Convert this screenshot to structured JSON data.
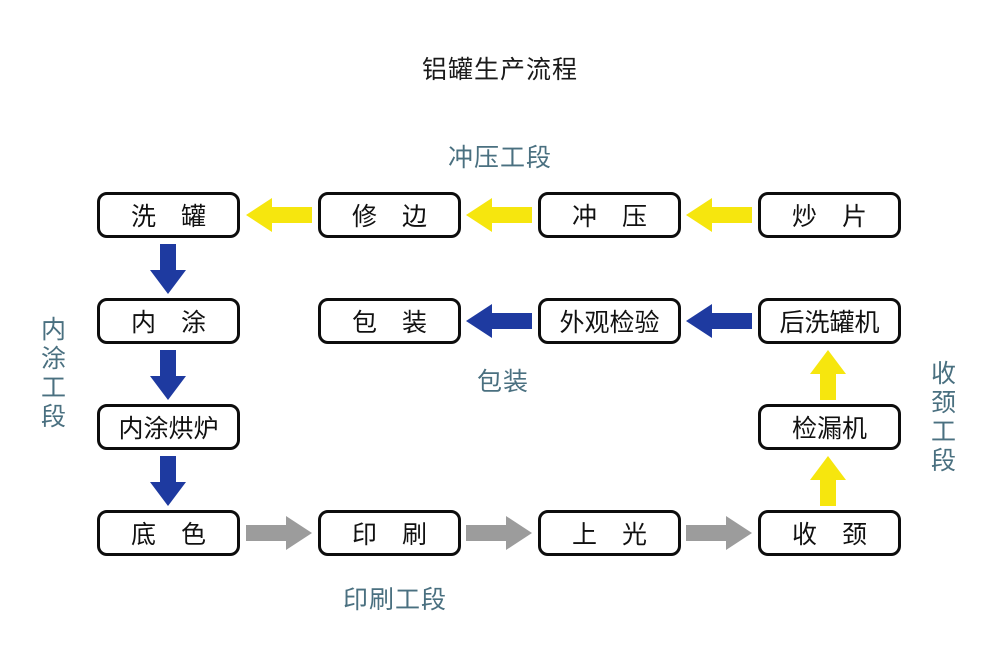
{
  "title": "铝罐生产流程",
  "colors": {
    "yellow-c": "#f6e60e",
    "blue-c": "#1e3aa0",
    "gray-c": "#9c9c9c",
    "teal": "#4a7080"
  },
  "sections": {
    "stamping": "冲压工段",
    "inner_coating": "内涂工段",
    "packaging": "包装",
    "necking": "收颈工段",
    "printing": "印刷工段"
  },
  "nodes": {
    "wash_can": "洗　罐",
    "trimming": "修　边",
    "stamping": "冲　压",
    "sheet_frying": "炒　片",
    "inner_coating": "内　涂",
    "packing": "包　装",
    "visual_inspection": "外观检验",
    "post_washer": "后洗罐机",
    "coating_oven": "内涂烘炉",
    "leak_tester": "检漏机",
    "base_coat": "底　色",
    "printing": "印　刷",
    "varnishing": "上　光",
    "necking": "收　颈"
  },
  "arrows": [
    {
      "from": "炒片",
      "to": "冲压",
      "color": "yellow",
      "direction": "left"
    },
    {
      "from": "冲压",
      "to": "修边",
      "color": "yellow",
      "direction": "left"
    },
    {
      "from": "修边",
      "to": "洗罐",
      "color": "yellow",
      "direction": "left"
    },
    {
      "from": "洗罐",
      "to": "内涂",
      "color": "blue",
      "direction": "down"
    },
    {
      "from": "内涂",
      "to": "内涂烘炉",
      "color": "blue",
      "direction": "down"
    },
    {
      "from": "内涂烘炉",
      "to": "底色",
      "color": "blue",
      "direction": "down"
    },
    {
      "from": "底色",
      "to": "印刷",
      "color": "gray",
      "direction": "right"
    },
    {
      "from": "印刷",
      "to": "上光",
      "color": "gray",
      "direction": "right"
    },
    {
      "from": "上光",
      "to": "收颈",
      "color": "gray",
      "direction": "right"
    },
    {
      "from": "收颈",
      "to": "检漏机",
      "color": "yellow",
      "direction": "up"
    },
    {
      "from": "检漏机",
      "to": "后洗罐机",
      "color": "yellow",
      "direction": "up"
    },
    {
      "from": "后洗罐机",
      "to": "外观检验",
      "color": "blue",
      "direction": "left"
    },
    {
      "from": "外观检验",
      "to": "包装",
      "color": "blue",
      "direction": "left"
    }
  ]
}
